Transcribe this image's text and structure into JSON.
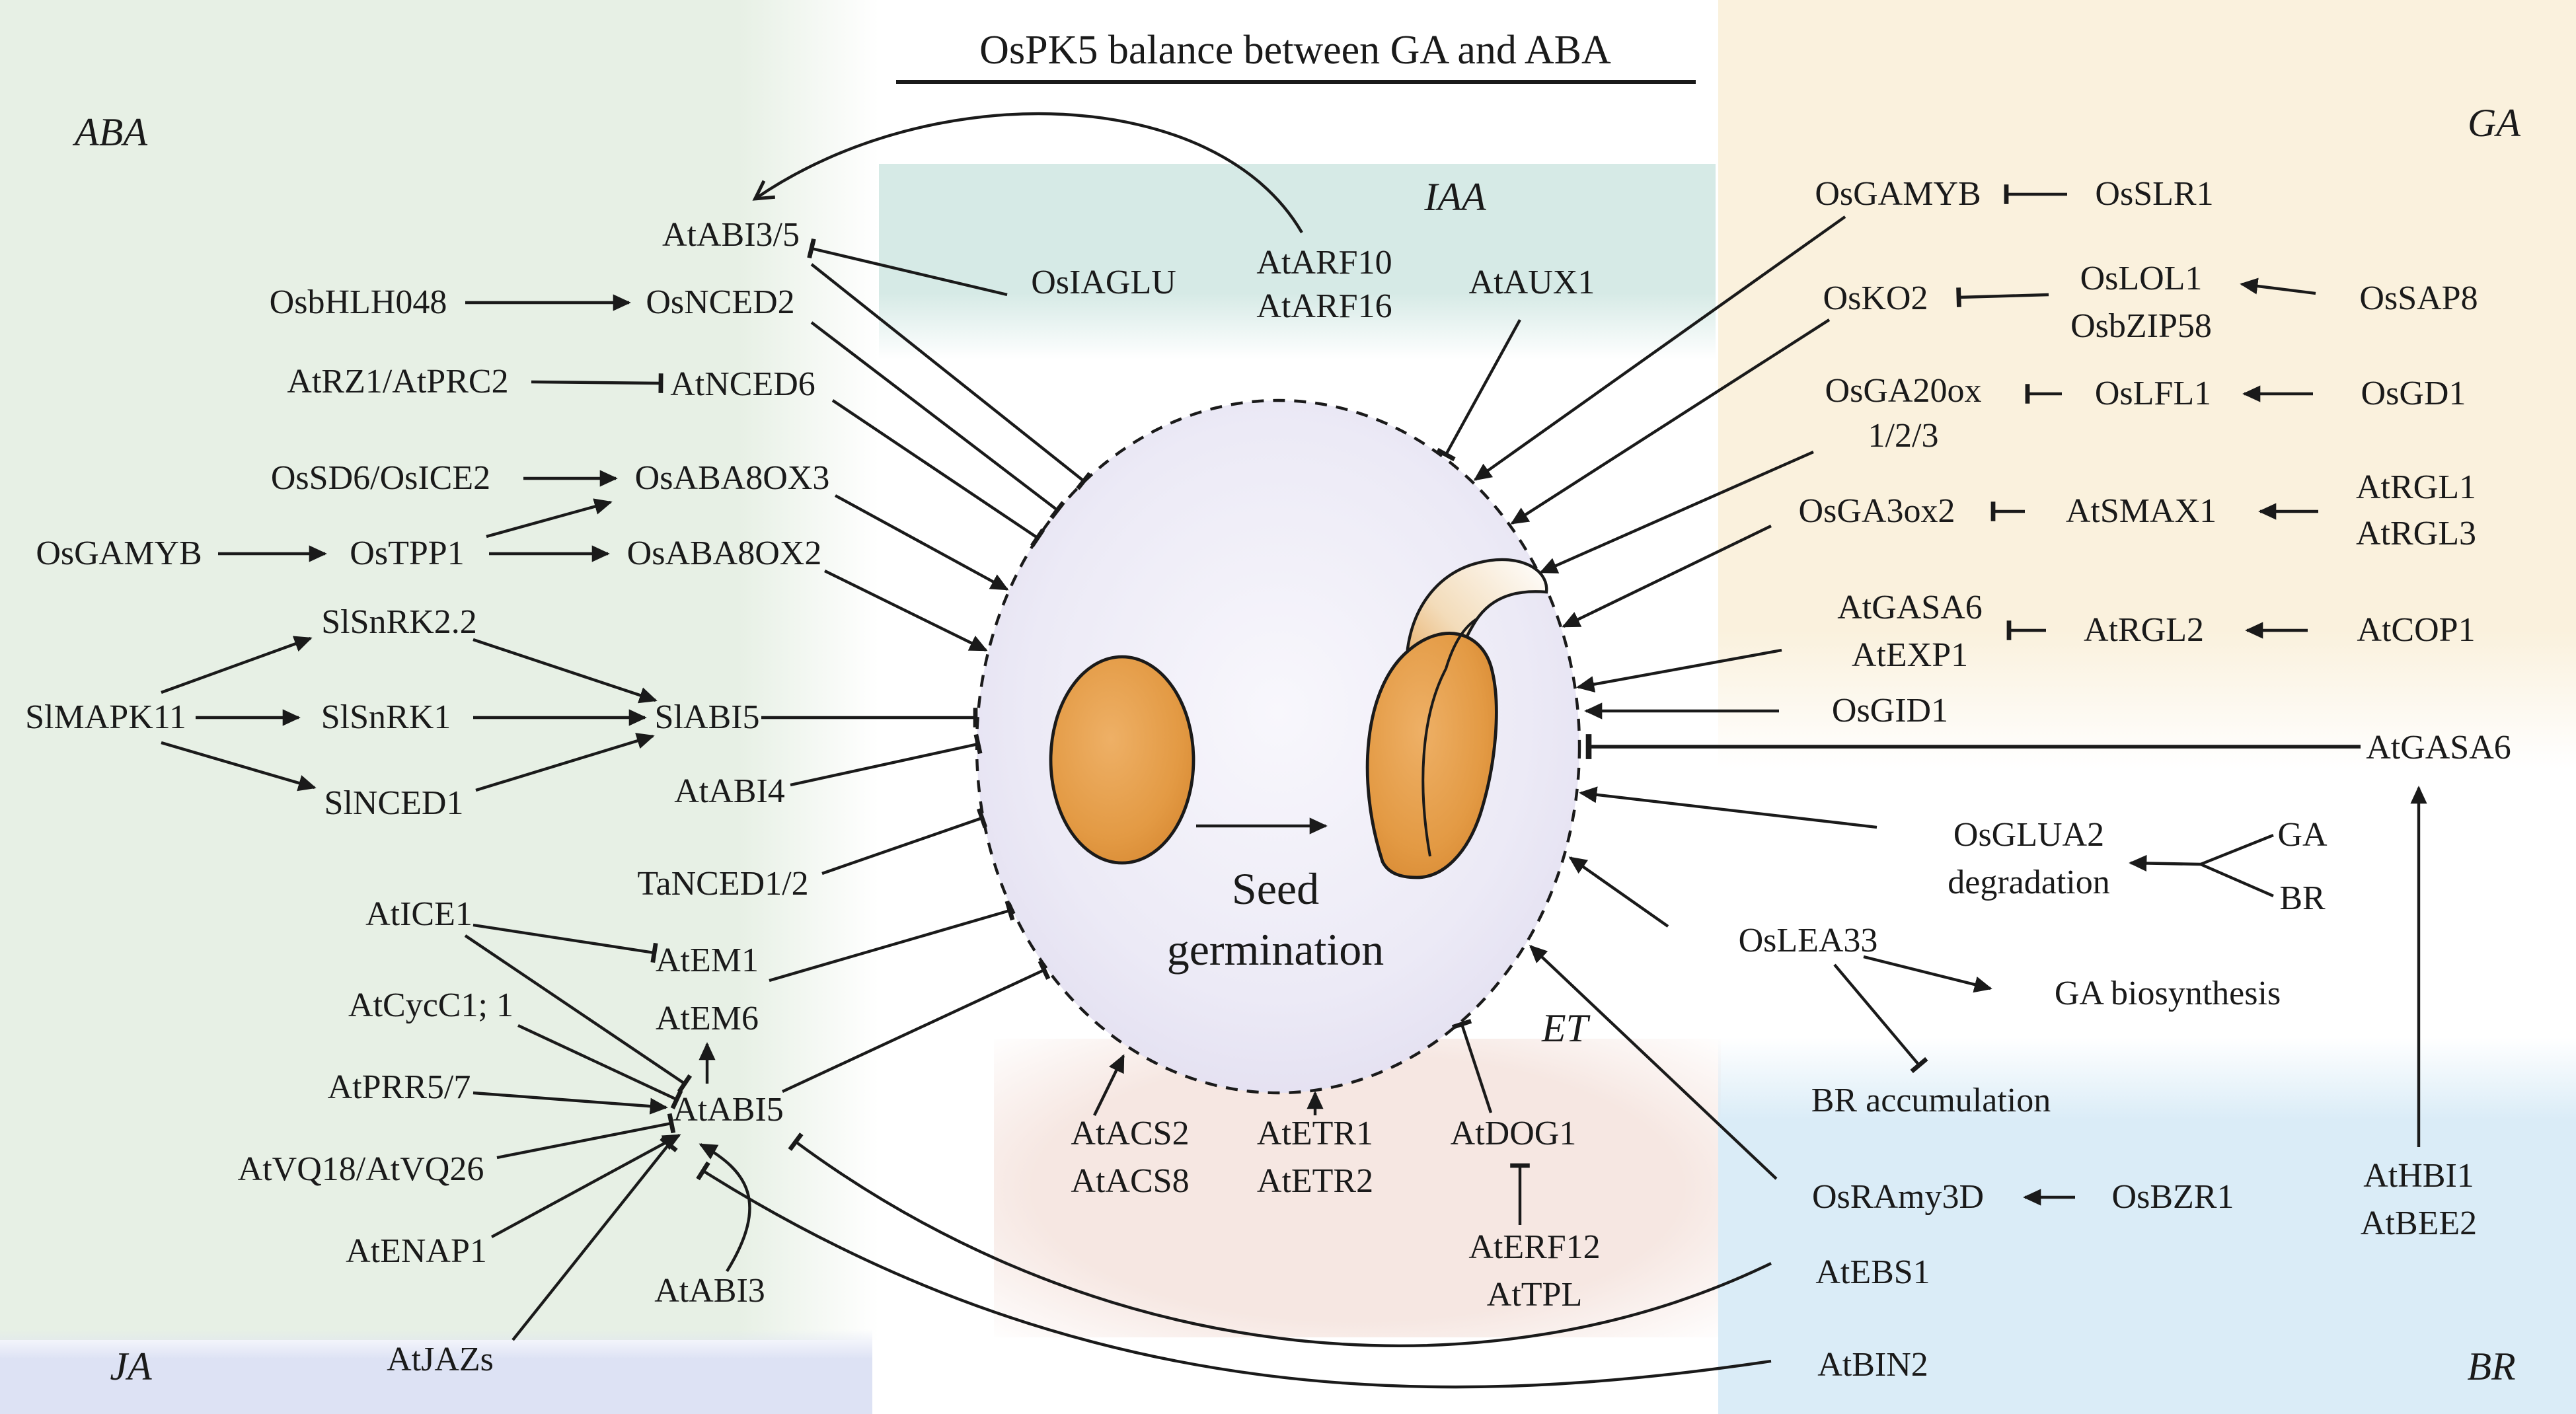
{
  "title": "OsPK5 balance between GA and ABA",
  "hormone_labels": {
    "aba": "ABA",
    "ga": "GA",
    "iaa": "IAA",
    "et": "ET",
    "br": "BR",
    "ja": "JA"
  },
  "center": {
    "seed_line1": "Seed",
    "seed_line2": "germination"
  },
  "aba": {
    "atabi3_5": "AtABI3/5",
    "osbhlh048": "OsbHLH048",
    "osnced2": "OsNCED2",
    "atrz1_atprc2": "AtRZ1/AtPRC2",
    "atnced6": "AtNCED6",
    "ossd6_osice2": "OsSD6/OsICE2",
    "osaba8ox3": "OsABA8OX3",
    "osgamyb": "OsGAMYB",
    "ostpp1": "OsTPP1",
    "osaba8ox2": "OsABA8OX2",
    "slsnrk2_2": "SlSnRK2.2",
    "slmapk11": "SlMAPK11",
    "slsnrk1": "SlSnRK1",
    "slabi5": "SlABI5",
    "slnced1": "SlNCED1",
    "atabi4": "AtABI4",
    "tanced1_2": "TaNCED1/2",
    "atice1": "AtICE1",
    "atcycc1_1": "AtCycC1; 1",
    "atem1": "AtEM1",
    "atem6": "AtEM6",
    "atprr5_7": "AtPRR5/7",
    "atabi5": "AtABI5",
    "atvq18_atvq26": "AtVQ18/AtVQ26",
    "atenap1": "AtENAP1",
    "atabi3": "AtABI3",
    "atjazs": "AtJAZs"
  },
  "iaa": {
    "osiaglu": "OsIAGLU",
    "atarf10": "AtARF10",
    "atarf16": "AtARF16",
    "ataux1": "AtAUX1"
  },
  "ga": {
    "osgamyb": "OsGAMYB",
    "osslr1": "OsSLR1",
    "osko2": "OsKO2",
    "oslol1": "OsLOL1",
    "osbzip58": "OsbZIP58",
    "ossap8": "OsSAP8",
    "osga20ox": "OsGA20ox",
    "osga20ox_nums": "1/2/3",
    "oslfl1": "OsLFL1",
    "osgd1": "OsGD1",
    "osga3ox2": "OsGA3ox2",
    "atsmax1": "AtSMAX1",
    "atrgl1": "AtRGL1",
    "atrgl3": "AtRGL3",
    "atgasa6": "AtGASA6",
    "atexp1": "AtEXP1",
    "atrgl2": "AtRGL2",
    "atcop1": "AtCOP1",
    "osgid1": "OsGID1",
    "atgasa6_far": "AtGASA6",
    "osglua2": "OsGLUA2",
    "degradation": "degradation",
    "ga_small": "GA",
    "br_small": "BR",
    "oslea33": "OsLEA33",
    "ga_biosynthesis": "GA biosynthesis",
    "br_accumulation": "BR accumulation"
  },
  "br": {
    "osramy3d": "OsRAmy3D",
    "osbzr1": "OsBZR1",
    "athbi1": "AtHBI1",
    "atbee2": "AtBEE2",
    "atebs1": "AtEBS1",
    "atbin2": "AtBIN2"
  },
  "et": {
    "atacs2": "AtACS2",
    "atacs8": "AtACS8",
    "atetr1": "AtETR1",
    "atetr2": "AtETR2",
    "atdog1": "AtDOG1",
    "aterf12": "AtERF12",
    "attpl": "AtTPL"
  },
  "colors": {
    "aba_region": "#e7f0e5",
    "iaa_region": "#d6eae6",
    "ga_region": "#faf1dd",
    "et_region": "#f6e7e2",
    "br_region": "#daecf7",
    "ja_region": "#dde2f4",
    "ellipse_fill": "#e6e2f2",
    "seed_orange": "#e39a44",
    "line": "#1a1a1a"
  }
}
